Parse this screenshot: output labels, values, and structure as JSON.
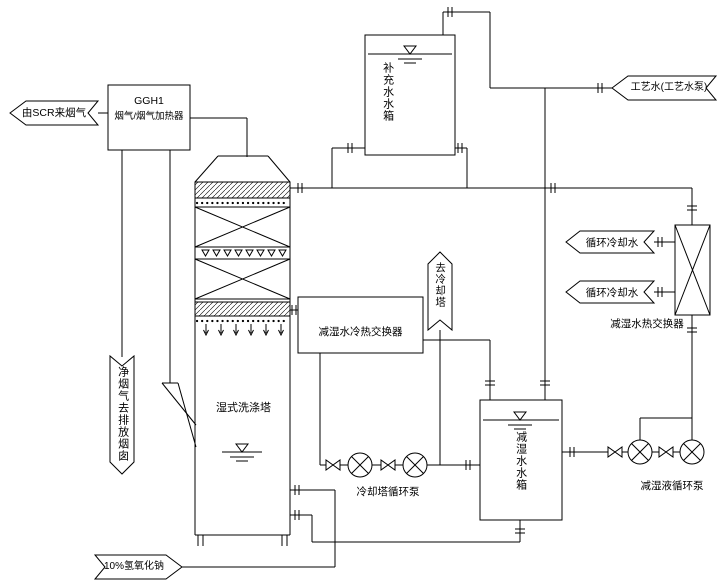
{
  "diagram": {
    "flags": {
      "scr_inlet": "由SCR来烟气",
      "clean_gas_to_stack": "净烟气去排放烟囱",
      "process_water": "工艺水(工艺水泵)",
      "circulating_cooling_water_supply": "循环冷却水",
      "circulating_cooling_water_return": "循环冷却水",
      "to_cooling_tower": "去冷却塔",
      "naoh_feed": "10%氢氧化钠"
    },
    "equipment": {
      "ggh_title": "GGH1",
      "ggh_subtitle": "烟气/烟气加热器",
      "wet_scrubber": "湿式洗涤塔",
      "makeup_water_tank": "补充水水箱",
      "dehumid_water_tank": "减湿水水箱",
      "mid_hx": "减湿水冷热交换器",
      "right_hx": "减湿水热交换器",
      "cooling_tower_pumps": "冷却塔循环泵",
      "dehumid_liquid_pumps": "减湿液循环泵"
    },
    "colors": {
      "line": "#000000",
      "background": "#ffffff"
    }
  }
}
